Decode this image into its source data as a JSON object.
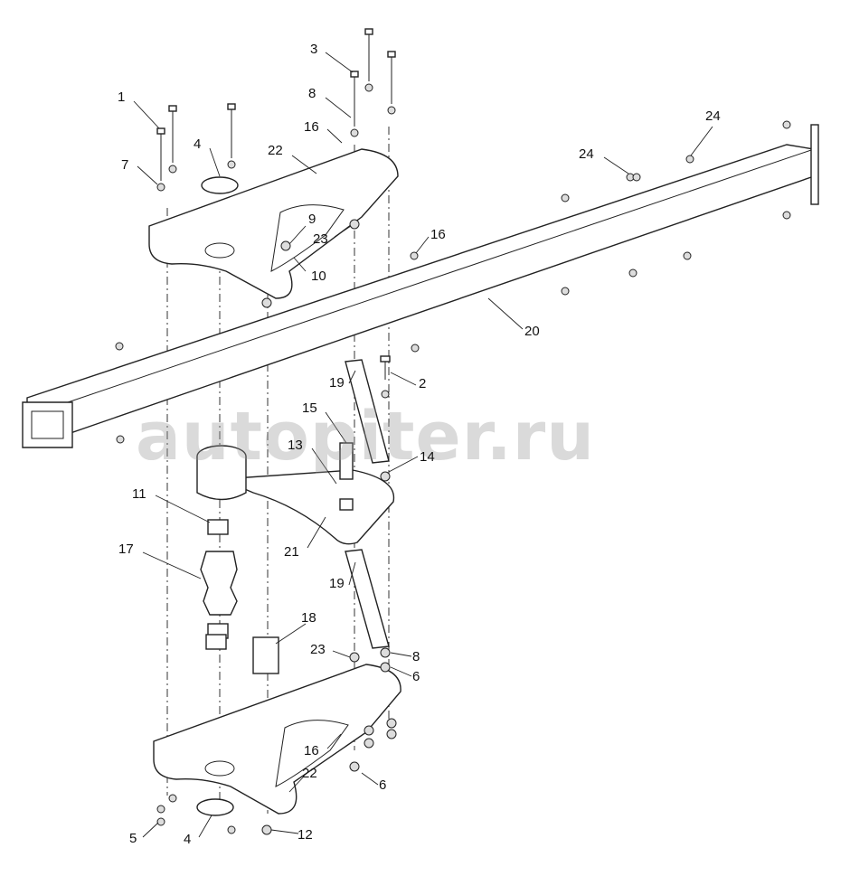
{
  "diagram": {
    "watermark": "autopiter.ru",
    "callouts": [
      {
        "label": "1"
      },
      {
        "label": "7"
      },
      {
        "label": "4"
      },
      {
        "label": "3"
      },
      {
        "label": "8"
      },
      {
        "label": "16"
      },
      {
        "label": "22"
      },
      {
        "label": "24"
      },
      {
        "label": "24"
      },
      {
        "label": "9"
      },
      {
        "label": "23"
      },
      {
        "label": "10"
      },
      {
        "label": "16"
      },
      {
        "label": "20"
      },
      {
        "label": "19"
      },
      {
        "label": "2"
      },
      {
        "label": "15"
      },
      {
        "label": "13"
      },
      {
        "label": "14"
      },
      {
        "label": "11"
      },
      {
        "label": "21"
      },
      {
        "label": "17"
      },
      {
        "label": "19"
      },
      {
        "label": "18"
      },
      {
        "label": "23"
      },
      {
        "label": "8"
      },
      {
        "label": "6"
      },
      {
        "label": "16"
      },
      {
        "label": "22"
      },
      {
        "label": "6"
      },
      {
        "label": "5"
      },
      {
        "label": "4"
      },
      {
        "label": "12"
      }
    ]
  }
}
